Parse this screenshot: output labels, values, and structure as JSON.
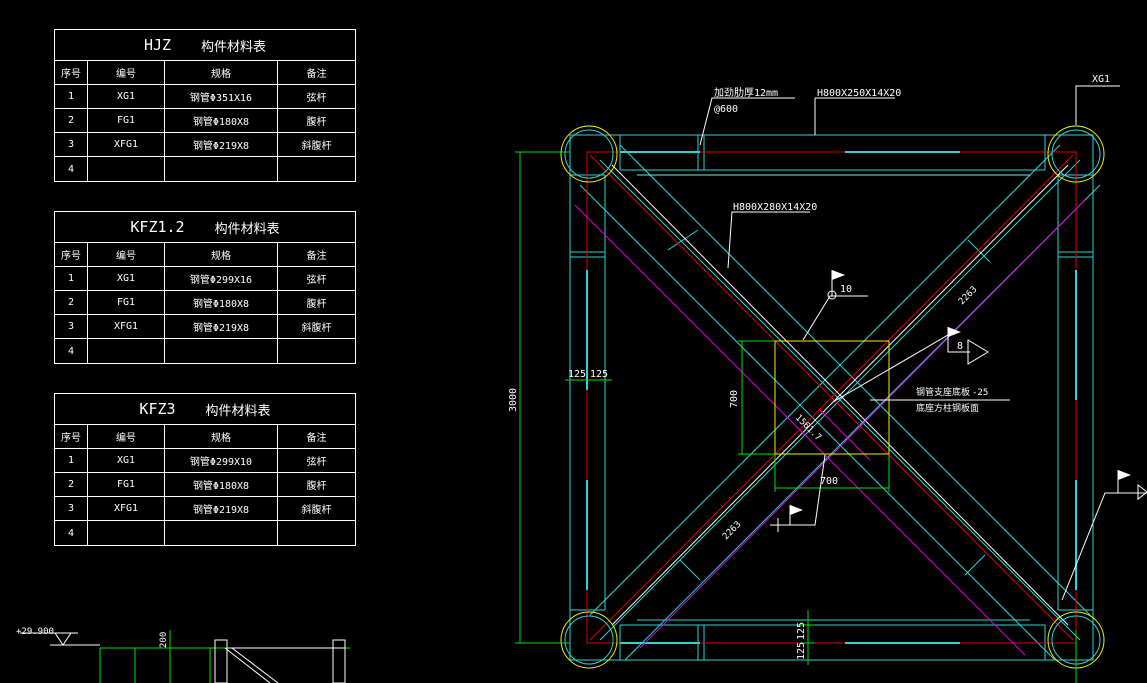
{
  "tables": [
    {
      "name": "HJZ",
      "title": "构件材料表",
      "headers": [
        "序号",
        "编号",
        "规格",
        "备注"
      ],
      "rows": [
        [
          "1",
          "XG1",
          "钢管Φ351X16",
          "弦杆"
        ],
        [
          "2",
          "FG1",
          "钢管Φ180X8",
          "腹杆"
        ],
        [
          "3",
          "XFG1",
          "钢管Φ219X8",
          "斜腹杆"
        ],
        [
          "4",
          "",
          "",
          ""
        ]
      ]
    },
    {
      "name": "KFZ1.2",
      "title": "构件材料表",
      "headers": [
        "序号",
        "编号",
        "规格",
        "备注"
      ],
      "rows": [
        [
          "1",
          "XG1",
          "钢管Φ299X16",
          "弦杆"
        ],
        [
          "2",
          "FG1",
          "钢管Φ180X8",
          "腹杆"
        ],
        [
          "3",
          "XFG1",
          "钢管Φ219X8",
          "斜腹杆"
        ],
        [
          "4",
          "",
          "",
          ""
        ]
      ]
    },
    {
      "name": "KFZ3",
      "title": "构件材料表",
      "headers": [
        "序号",
        "编号",
        "规格",
        "备注"
      ],
      "rows": [
        [
          "1",
          "XG1",
          "钢管Φ299X10",
          "弦杆"
        ],
        [
          "2",
          "FG1",
          "钢管Φ180X8",
          "腹杆"
        ],
        [
          "3",
          "XFG1",
          "钢管Φ219X8",
          "斜腹杆"
        ],
        [
          "4",
          "",
          "",
          ""
        ]
      ]
    }
  ],
  "drawing": {
    "labels": {
      "stiffener": "加劲肋厚12mm",
      "stiffener_spacing": "@600",
      "beam_top": "H800X250X14X20",
      "beam_diag": "H800X280X14X20",
      "xg1": "XG1",
      "dim_3000": "3000",
      "dim_125a": "125",
      "dim_125b": "125",
      "dim_700_v": "700",
      "dim_700_h": "700",
      "dim_125c": "125",
      "dim_125d": "125",
      "dim_2263a": "2263",
      "dim_2263b": "2263",
      "dim_1561": "1561.7",
      "tag_10": "10",
      "tag_8": "8",
      "note1": "钢管支座底板",
      "note1_val": "-25",
      "note2": "底座方柱钢板面",
      "elev": "+29.900",
      "dim_200": "200"
    },
    "colors": {
      "cyan": "#2fd3d3",
      "yellow": "#f0f000",
      "red": "#e00000",
      "green": "#00e000",
      "magenta": "#e000e0",
      "white": "#ffffff"
    }
  }
}
